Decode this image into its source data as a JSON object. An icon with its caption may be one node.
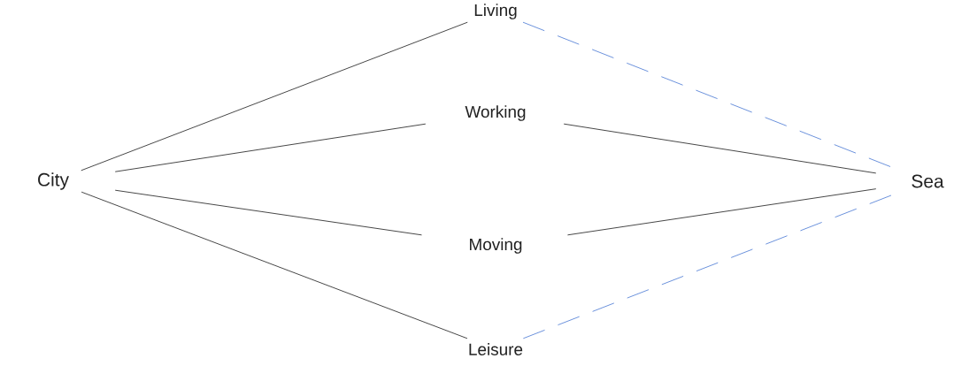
{
  "diagram": {
    "nodes": [
      {
        "text": [
          "City"
        ]
      },
      {
        "text": [
          "Living"
        ]
      },
      {
        "text": [
          "Working"
        ]
      },
      {
        "text": [
          "Moving"
        ]
      },
      {
        "text": [
          "Leisure"
        ]
      },
      {
        "text": [
          "Sea"
        ]
      }
    ],
    "edges": [
      {
        "from": 0,
        "to": 1,
        "arrow": "none"
      },
      {
        "from": 0,
        "to": 2,
        "arrow": "none"
      },
      {
        "from": 0,
        "to": 3,
        "arrow": "none"
      },
      {
        "from": 0,
        "to": 4,
        "arrow": "none"
      },
      {
        "from": 1,
        "to": 5,
        "arrow": "none",
        "style": "dashed",
        "color": "#5b86d8"
      },
      {
        "from": 2,
        "to": 5,
        "arrow": "none"
      },
      {
        "from": 3,
        "to": 5,
        "arrow": "none"
      },
      {
        "from": 4,
        "to": 5,
        "arrow": "none",
        "style": "dashed",
        "color": "#5b86d8"
      }
    ]
  }
}
